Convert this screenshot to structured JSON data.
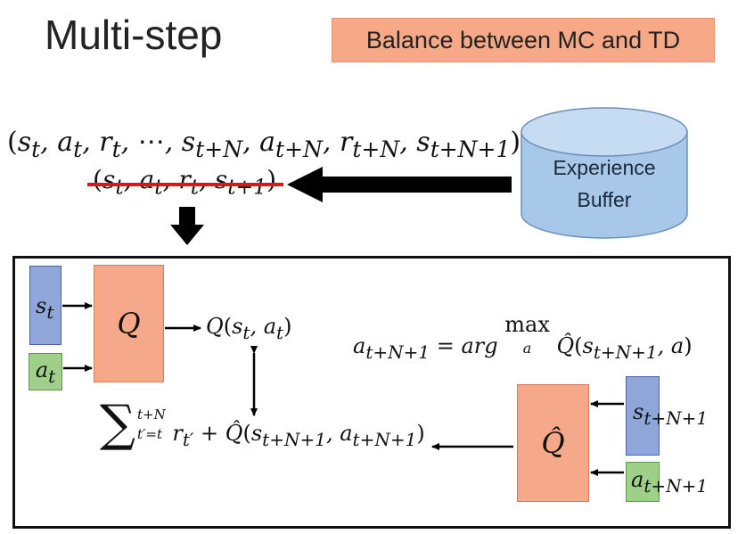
{
  "title": "Multi-step",
  "badge": "Balance between MC and TD",
  "buffer": {
    "line1": "Experience",
    "line2": "Buffer"
  },
  "sequence_full": "(s_t, a_t, r_t, ⋯, s_{t+N}, a_{t+N}, r_{t+N}, s_{t+N+1})",
  "sequence_old": "(s_t, a_t, r_t, s_{t+1})",
  "diagram": {
    "state_label": "s_t",
    "action_label": "a_t",
    "q_label": "Q",
    "q_output": "Q(s_t, a_t)",
    "argmax_eq": "a_{t+N+1} = arg max_a Q̂(s_{t+N+1}, a)",
    "target": "∑_{t'=t}^{t+N} r_{t'} + Q̂(s_{t+N+1}, a_{t+N+1})",
    "qhat_label": "Q̂",
    "next_state_label": "s_{t+N+1}",
    "next_action_label": "a_{t+N+1}"
  },
  "colors": {
    "badge": "#f7a987",
    "q_network": "#f5a98a",
    "state": "#8fa6d8",
    "action": "#9fd08a",
    "buffer": "#a8c8ea",
    "strike": "#e0151a"
  }
}
